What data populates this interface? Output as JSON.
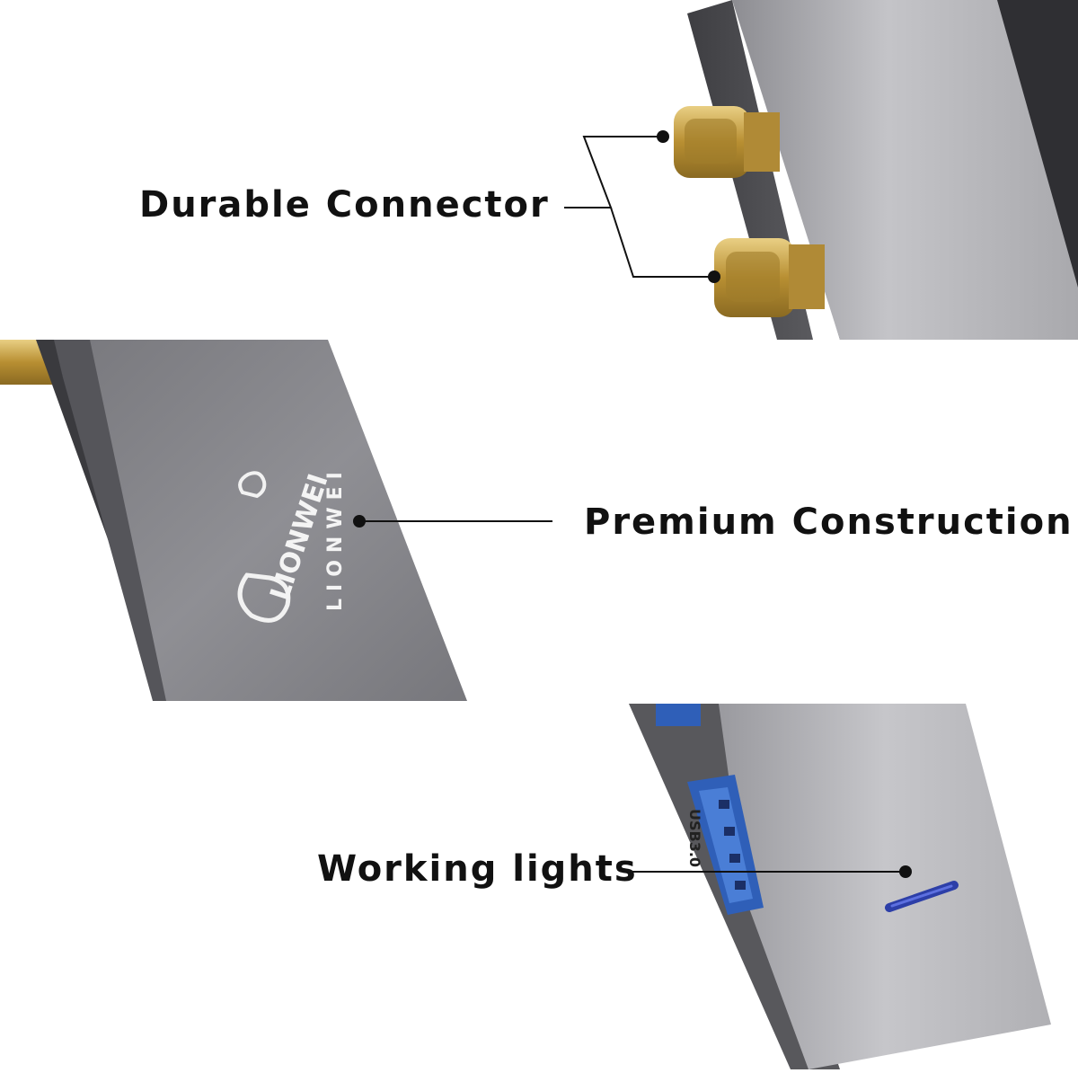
{
  "callouts": {
    "durable_connector": "Durable Connector",
    "premium_construction": "Premium Construction",
    "working_lights": "Working lights"
  },
  "logo": {
    "script_text": "LIONWEI",
    "spaced_text": "LIONWEI"
  },
  "port_label": "USB3.0",
  "colors": {
    "aluminum_light": "#c9c9cc",
    "aluminum_mid": "#9d9da1",
    "aluminum_dark": "#6e6e72",
    "gold_connector": "#c8a24a",
    "usb_blue": "#2f5fb8",
    "led_blue": "#2d3fa8",
    "callout_line": "#111111"
  }
}
